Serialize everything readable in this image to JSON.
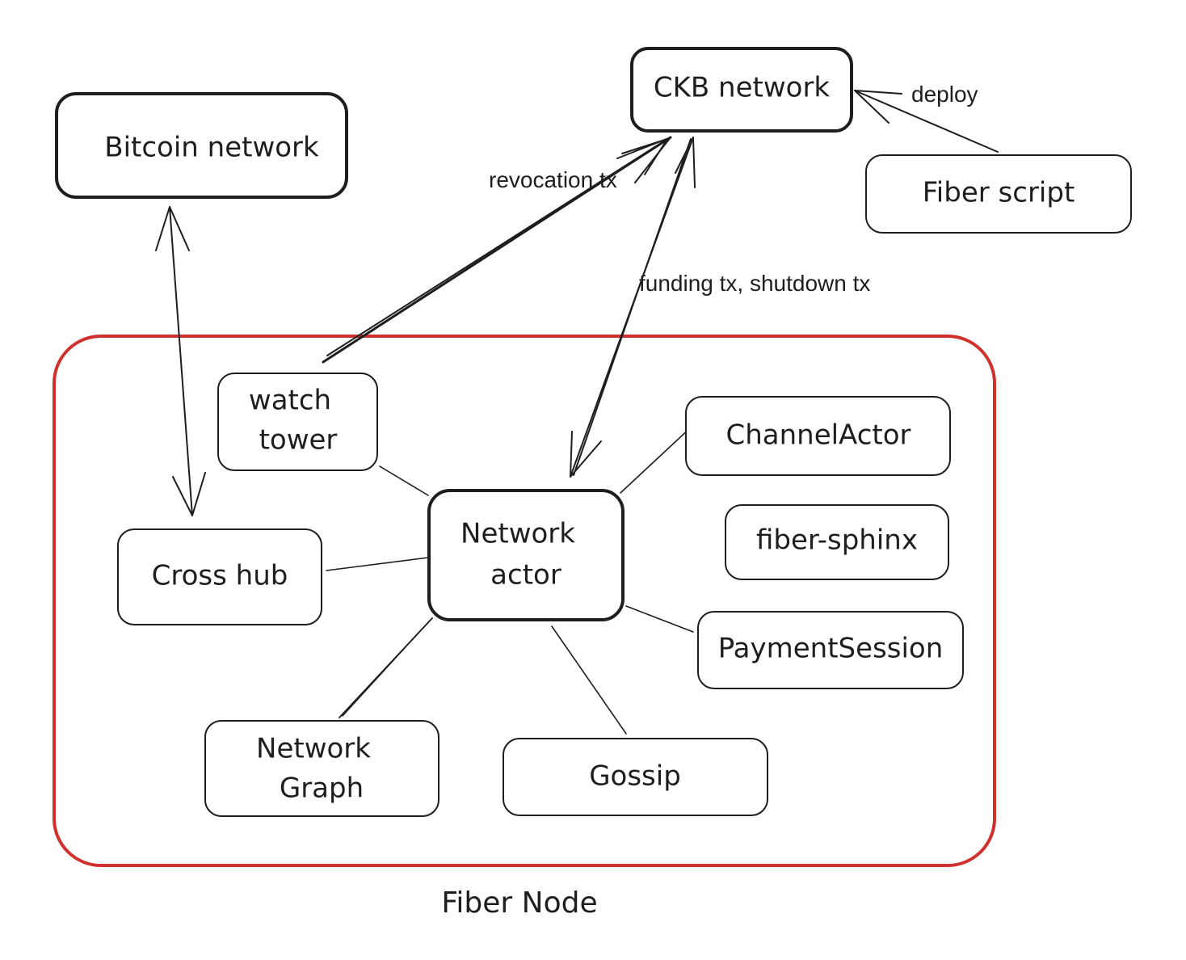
{
  "colors": {
    "ink": "#1e1e1e",
    "group_frame": "#d0312d",
    "background": "#ffffff"
  },
  "group": {
    "label": "Fiber Node"
  },
  "nodes": {
    "bitcoin_network": {
      "label": "Bitcoin network"
    },
    "ckb_network": {
      "label": "CKB network"
    },
    "fiber_script": {
      "label": "Fiber script"
    },
    "watch_tower": {
      "line1": "watch",
      "line2": "tower"
    },
    "cross_hub": {
      "label": "Cross hub"
    },
    "network_actor": {
      "line1": "Network",
      "line2": "actor"
    },
    "channel_actor": {
      "label": "ChannelActor"
    },
    "fiber_sphinx": {
      "label": "fiber-sphinx"
    },
    "payment_session": {
      "label": "PaymentSession"
    },
    "network_graph": {
      "line1": "Network",
      "line2": "Graph"
    },
    "gossip": {
      "label": "Gossip"
    }
  },
  "edges": {
    "deploy": {
      "label": "deploy"
    },
    "revocation_tx": {
      "label": "revocation tx"
    },
    "funding_shutdown_tx": {
      "label": "funding tx, shutdown tx"
    }
  }
}
